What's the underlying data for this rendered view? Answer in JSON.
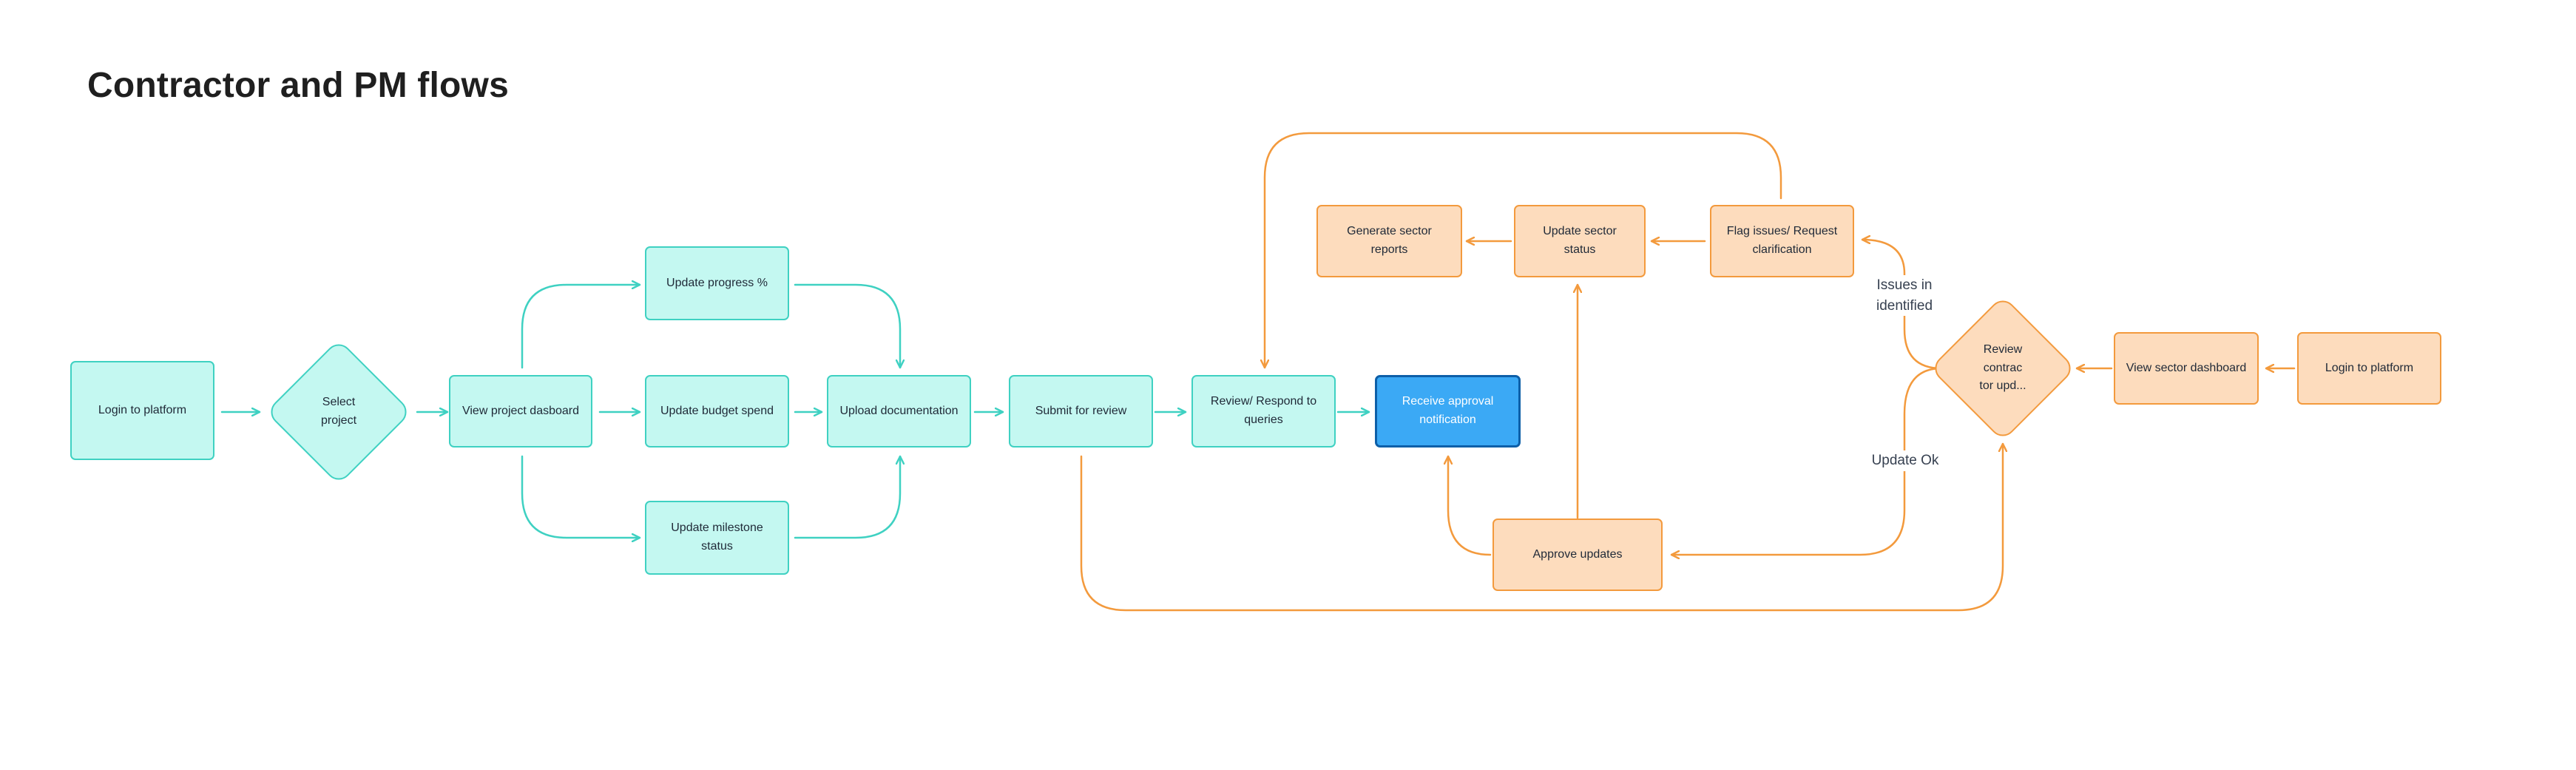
{
  "title": "Contractor and PM flows",
  "colors": {
    "contractor_fill": "#c4f8f1",
    "contractor_stroke": "#3fd1c2",
    "pm_fill": "#fddcbd",
    "pm_stroke": "#f39a3d",
    "final_fill": "#3ba9f5",
    "final_stroke": "#0d5fa8"
  },
  "nodes": {
    "login_contractor": "Login to platform",
    "select_project": "Select project",
    "view_dashboard": "View project dasboard",
    "update_progress": "Update progress %",
    "update_budget": "Update budget spend",
    "update_milestone": "Update milestone status",
    "upload_docs": "Upload documentation",
    "submit_review": "Submit for review",
    "review_respond": "Review/ Respond to queries",
    "receive_approval": "Receive approval notification",
    "generate_reports": "Generate sector reports",
    "update_sector_status": "Update sector status",
    "flag_issues": "Flag issues/ Request clarification",
    "review_contractor": "Review contrac tor upd...",
    "view_sector_dashboard": "View sector dashboard",
    "login_pm": "Login to platform",
    "approve_updates": "Approve updates"
  },
  "edge_labels": {
    "issues": "Issues in identified",
    "update_ok": "Update Ok"
  }
}
